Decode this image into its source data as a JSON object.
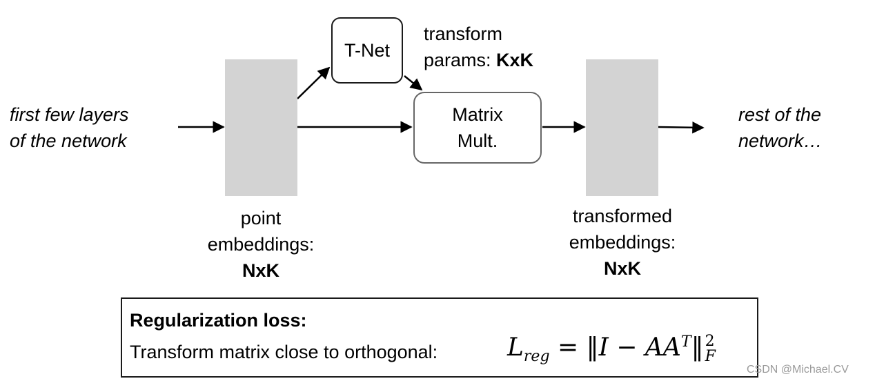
{
  "input_label": [
    "first few layers",
    "of the network"
  ],
  "output_label": [
    "rest of the",
    "network…"
  ],
  "tnet": {
    "label": "T-Net"
  },
  "transform_params": {
    "line1": "transform",
    "line2_prefix": "params: ",
    "line2_value": "KxK"
  },
  "matrix_mult": {
    "line1": "Matrix",
    "line2": "Mult."
  },
  "point_embeddings": {
    "line1": "point",
    "line2": "embeddings:",
    "size": "NxK"
  },
  "transformed_embeddings": {
    "line1": "transformed",
    "line2": "embeddings:",
    "size": "NxK"
  },
  "loss": {
    "title": "Regularization loss:",
    "text": "Transform matrix close to orthogonal:",
    "formula": {
      "lhs": "L",
      "lhs_sub": "reg",
      "equals": "=",
      "norm_open": "‖",
      "identity": "I",
      "minus": "−",
      "product": "AA",
      "sup": "T",
      "norm_close": "‖",
      "norm_sub": "F",
      "norm_sup": "2"
    }
  },
  "watermark": "CSDN @Michael.CV",
  "colors": {
    "block": "#d3d3d3",
    "arrow": "#000000",
    "text": "#000000",
    "matrix_border": "#666666"
  }
}
